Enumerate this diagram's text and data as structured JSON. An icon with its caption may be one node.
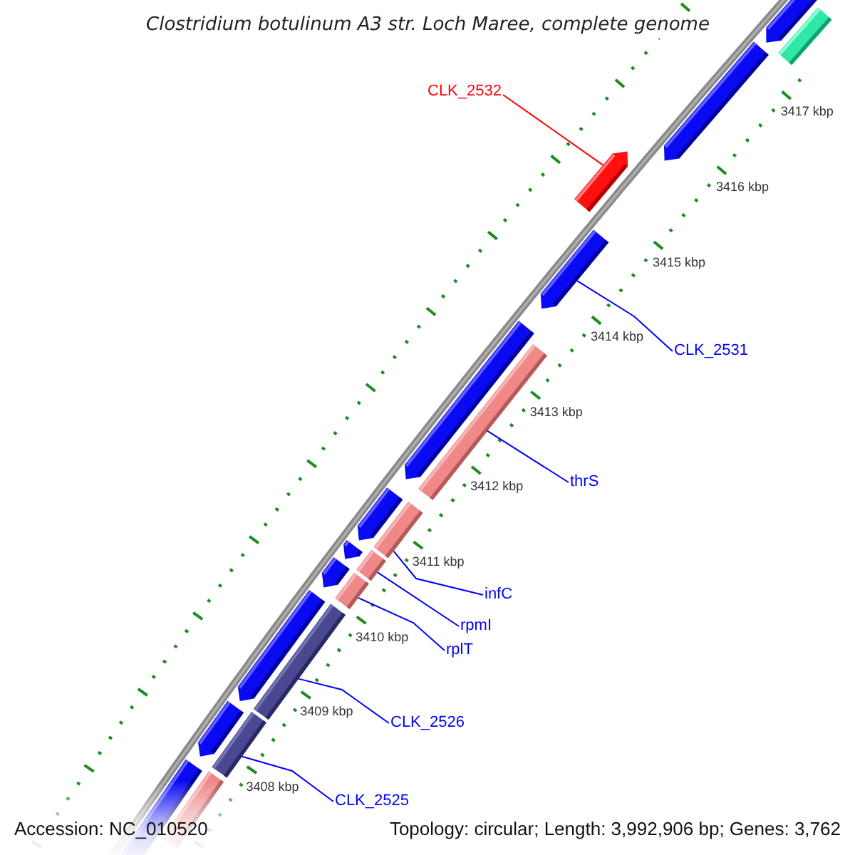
{
  "diagram": {
    "title": "Clostridium botulinum A3 str. Loch Maree, complete genome",
    "nodes": [
      {
        "text": [
          "CLK_2532"
        ]
      },
      {
        "text": [
          "CLK_2531"
        ]
      },
      {
        "text": [
          "thrS"
        ]
      },
      {
        "text": [
          "infC"
        ]
      },
      {
        "text": [
          "rpmI"
        ]
      },
      {
        "text": [
          "rplT"
        ]
      },
      {
        "text": [
          "CLK_2526"
        ]
      },
      {
        "text": [
          "CLK_2525"
        ]
      },
      {
        "text": [],
        "shape": "bar"
      },
      {
        "text": [],
        "shape": "bar"
      },
      {
        "text": [],
        "shape": "bar"
      },
      {
        "text": [],
        "shape": "bar"
      },
      {
        "text": [],
        "shape": "bar"
      },
      {
        "text": [],
        "shape": "bar"
      },
      {
        "text": [],
        "shape": "bar"
      },
      {
        "text": [],
        "shape": "bar"
      }
    ],
    "edges": [
      {
        "from": 0,
        "to": 8,
        "arrow": "none",
        "color": "#ff0000"
      },
      {
        "from": 1,
        "to": 9,
        "arrow": "none"
      },
      {
        "from": 2,
        "to": 10,
        "arrow": "none"
      },
      {
        "from": 3,
        "to": 11,
        "arrow": "none"
      },
      {
        "from": 4,
        "to": 12,
        "arrow": "none"
      },
      {
        "from": 5,
        "to": 13,
        "arrow": "none"
      },
      {
        "from": 6,
        "to": 14,
        "arrow": "none"
      },
      {
        "from": 7,
        "to": 15,
        "arrow": "none"
      }
    ],
    "labels": [
      "3417 kbp",
      "3416 kbp",
      "3415 kbp",
      "3414 kbp",
      "3413 kbp",
      "3412 kbp",
      "3411 kbp",
      "3410 kbp",
      "3409 kbp",
      "3408 kbp",
      "Accession: NC_010520",
      "Topology: circular; Length: 3,992,906 bp; Genes: 3,762"
    ]
  }
}
